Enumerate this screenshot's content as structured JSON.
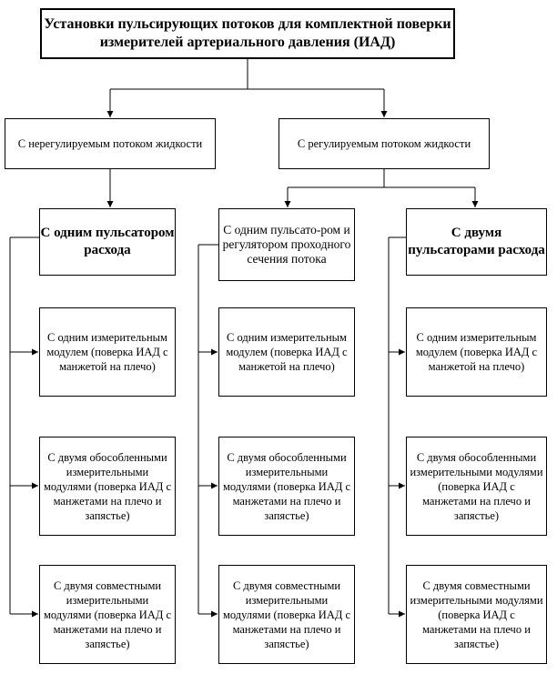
{
  "title": "Установки пульсирующих потоков для комплектной поверки измерителей артериального давления (ИАД)",
  "categories": [
    {
      "label": "С нерегулируемым потоком жидкости"
    },
    {
      "label": "С регулируемым потоком жидкости"
    }
  ],
  "columns": [
    {
      "header": "С одним пульсатором расхода",
      "leaves": [
        "С одним измерительным модулем (поверка ИАД с манжетой на плечо)",
        "С двумя обособленными измерительными модулями (поверка ИАД с манжетами на плечо и запястье)",
        "С двумя совместными измерительными модулями (поверка ИАД с манжетами на плечо и запястье)"
      ]
    },
    {
      "header": "С одним пульсато-ром и регулятором проходного сечения потока",
      "leaves": [
        "С одним измерительным модулем (поверка ИАД с манжетой на плечо)",
        "С двумя обособленными измерительными модулями (поверка ИАД с манжетами на плечо и запястье)",
        "С двумя совместными измерительными модулями (поверка ИАД с манжетами на плечо и запястье)"
      ]
    },
    {
      "header": "С двумя пульсаторами расхода",
      "leaves": [
        "С одним измерительным модулем (поверка ИАД с манжетой на плечо)",
        "С двумя обособленными измерительными модулями (поверка ИАД с манжетами на плечо и запястье)",
        "С двумя совместными измерительными модулями (поверка ИАД с манжетами на плечо и запястье)"
      ]
    }
  ]
}
